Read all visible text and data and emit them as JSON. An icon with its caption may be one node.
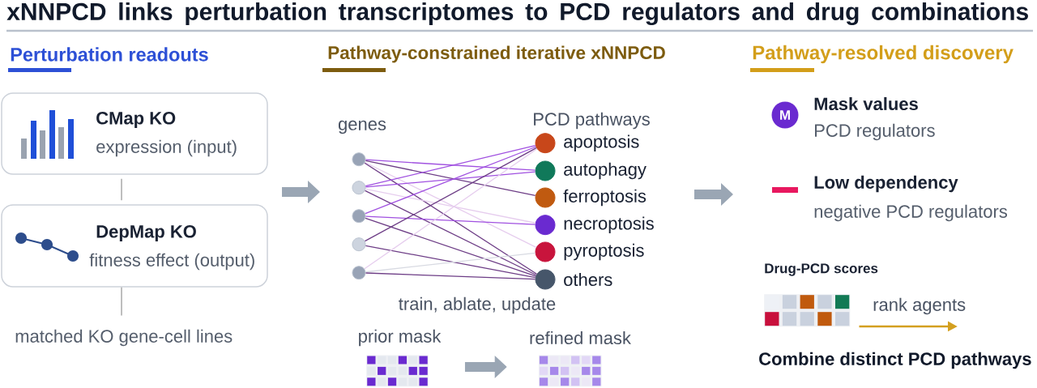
{
  "diagram": {
    "title": "xNNPCD links perturbation transcriptomes to PCD regulators and drug combinations",
    "nodes": [
      {
        "text": [
          "CMap KO",
          "expression (input)"
        ]
      },
      {
        "text": [
          "DepMap KO",
          "fitness effect (output)"
        ]
      },
      {
        "text": [
          "matched KO gene-cell lines"
        ]
      },
      {
        "text": [],
        "shape": "circle"
      },
      {
        "text": [],
        "shape": "circle"
      },
      {
        "text": [],
        "shape": "circle"
      },
      {
        "text": [],
        "shape": "circle"
      },
      {
        "text": [],
        "shape": "circle"
      },
      {
        "text": [],
        "shape": "circle",
        "beside": [
          "apoptosis"
        ]
      },
      {
        "text": [],
        "shape": "circle",
        "beside": [
          "autophagy"
        ]
      },
      {
        "text": [],
        "shape": "circle",
        "beside": [
          "ferroptosis"
        ]
      },
      {
        "text": [],
        "shape": "circle",
        "beside": [
          "necroptosis"
        ]
      },
      {
        "text": [],
        "shape": "circle",
        "beside": [
          "pyroptosis"
        ]
      },
      {
        "text": [],
        "shape": "circle",
        "beside": [
          "others"
        ]
      },
      {
        "text": [
          "prior mask"
        ]
      },
      {
        "text": [
          "refined mask"
        ]
      },
      {
        "text": [
          "M"
        ],
        "beside": [
          "Mask values",
          "PCD regulators"
        ]
      },
      {
        "text": [
          "Drug-PCD scores"
        ]
      }
    ],
    "edges": [
      {
        "from": 0,
        "to": 1,
        "arrow": "none",
        "color": "#9b9b9b"
      },
      {
        "from": 1,
        "to": 2,
        "arrow": "none",
        "color": "#9b9b9b"
      },
      {
        "from": 3,
        "to": 9,
        "arrow": "none",
        "color": "#a050e0"
      },
      {
        "from": 3,
        "to": 10,
        "arrow": "none"
      },
      {
        "from": 3,
        "to": 12,
        "arrow": "none",
        "color": "#e6cdee"
      },
      {
        "from": 3,
        "to": 13,
        "arrow": "none"
      },
      {
        "from": 4,
        "to": 8,
        "arrow": "none",
        "color": "#a050e0"
      },
      {
        "from": 4,
        "to": 9,
        "arrow": "none",
        "color": "#a050e0"
      },
      {
        "from": 4,
        "to": 11,
        "arrow": "none",
        "color": "#e6cdee"
      },
      {
        "from": 4,
        "to": 13,
        "arrow": "none"
      },
      {
        "from": 5,
        "to": 8,
        "arrow": "none",
        "color": "#a050e0"
      },
      {
        "from": 5,
        "to": 11,
        "arrow": "none",
        "color": "#a050e0"
      },
      {
        "from": 5,
        "to": 13,
        "arrow": "none"
      },
      {
        "from": 6,
        "to": 8,
        "arrow": "none"
      },
      {
        "from": 6,
        "to": 13,
        "arrow": "none"
      },
      {
        "from": 7,
        "to": 8,
        "arrow": "none",
        "color": "#e6cdee"
      },
      {
        "from": 7,
        "to": 12,
        "arrow": "none",
        "color": "#d8dae2"
      },
      {
        "from": 7,
        "to": 13,
        "arrow": "none"
      },
      {
        "from": 14,
        "to": 15,
        "arrow": "to",
        "style": "thick",
        "color": "#9aa6b4"
      },
      {
        "from": 17,
        "to": null,
        "arrow": "to",
        "label": "rank agents",
        "color": "#d4a020"
      }
    ],
    "labels": [
      "Perturbation readouts",
      "Pathway-constrained iterative xNNPCD",
      "Pathway-resolved discovery",
      "genes",
      "PCD pathways",
      "Low dependency",
      "negative PCD regulators",
      "train, ablate, update",
      "Combine distinct PCD pathways"
    ]
  }
}
